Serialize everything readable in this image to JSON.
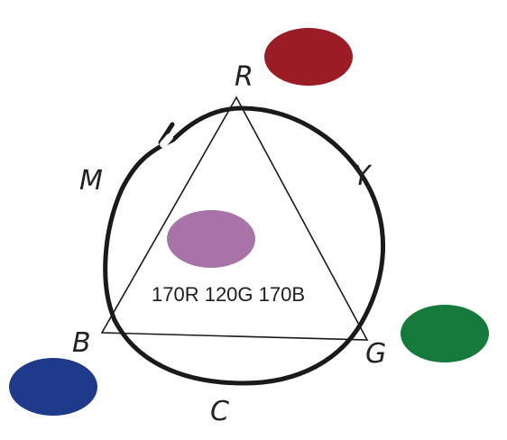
{
  "vertex_labels": {
    "r": "R",
    "g": "G",
    "b": "B",
    "m": "M",
    "y": "Y",
    "c": "C"
  },
  "mix_label": "170R 120G 170B",
  "colors": {
    "red": "#9b1c24",
    "green": "#177a3d",
    "blue": "#1f3a8a",
    "mix": "#a874a8",
    "line": "#1a1a1a"
  },
  "icons": {
    "red_swatch": "red-ellipse",
    "green_swatch": "green-ellipse",
    "blue_swatch": "blue-ellipse",
    "mix_swatch": "purple-ellipse"
  }
}
